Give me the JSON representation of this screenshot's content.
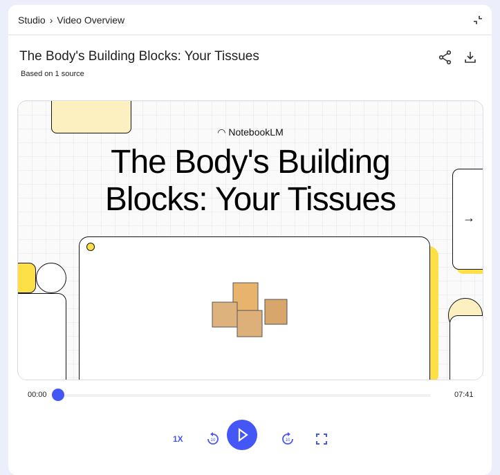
{
  "breadcrumb": {
    "root": "Studio",
    "current": "Video Overview"
  },
  "header": {
    "title": "The Body's Building Blocks: Your Tissues",
    "subtitle": "Based on 1 source"
  },
  "video": {
    "brand": "NotebookLM",
    "slide_title": "The Body's Building Blocks: Your Tissues"
  },
  "player": {
    "current_time": "00:00",
    "duration": "07:41",
    "progress": 0,
    "speed_label": "1X"
  },
  "colors": {
    "accent": "#4456f5",
    "yellow": "#fde047"
  }
}
